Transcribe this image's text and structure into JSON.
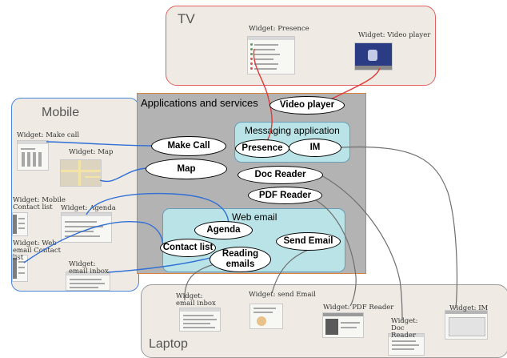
{
  "devices": {
    "tv": "TV",
    "mobile": "Mobile",
    "laptop": "Laptop"
  },
  "apps_title": "Applications and services",
  "messaging_title": "Messaging application",
  "web_email_title": "Web email",
  "services": {
    "video_player": "Video player",
    "make_call": "Make Call",
    "map": "Map",
    "presence": "Presence",
    "im": "IM",
    "doc_reader": "Doc Reader",
    "pdf_reader": "PDF Reader",
    "agenda": "Agenda",
    "contact_list": "Contact list",
    "send_email": "Send Email",
    "reading_emails": "Reading emails"
  },
  "widgets": {
    "tv_presence": "Widget: Presence",
    "tv_video_player": "Widget: Video player",
    "mobile_make_call": "Widget: Make call",
    "mobile_map": "Widget: Map",
    "mobile_contact_list": "Widget: Mobile Contact list",
    "mobile_agenda": "Widget: Agenda",
    "mobile_web_email_contact_list": "Widget: Web email Contact list",
    "mobile_email_inbox": "Widget: email inbox",
    "laptop_email_inbox": "Widget: email inbox",
    "laptop_send_email": "Widget: send Email",
    "laptop_pdf_reader": "Widget: PDF Reader",
    "laptop_doc_reader": "Widget: Doc Reader",
    "laptop_im": "Widget: IM"
  },
  "colors": {
    "tv_link": "#e03a3a",
    "mobile_link": "#2f6fd6",
    "laptop_link": "#6e6e6e",
    "apps_background": "#b3b3b3",
    "sub_app_background": "#b9e3e6"
  }
}
